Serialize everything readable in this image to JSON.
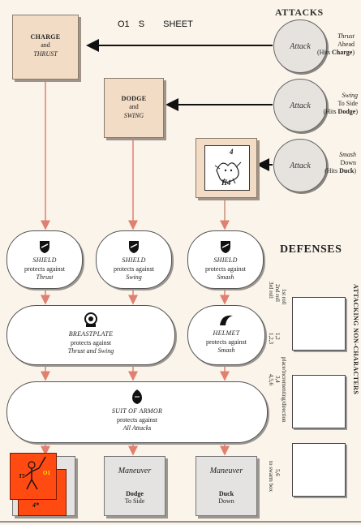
{
  "header": {
    "tag1": "O1",
    "tag2": "S",
    "sheet": "SHEET",
    "attacks_title": "ATTACKS"
  },
  "attack_boxes": [
    {
      "line1": "CHARGE",
      "and": "and",
      "line2": "THRUST"
    },
    {
      "line1": "DODGE",
      "and": "and",
      "line2": "SWING"
    }
  ],
  "counter": {
    "top": "4",
    "bottom": "H4"
  },
  "attacks": [
    {
      "label": "Attack",
      "desc1": "Thrust",
      "desc2": "Ahead",
      "desc3": "(Hits ",
      "hit": "Charge",
      "desc4": ")"
    },
    {
      "label": "Attack",
      "desc1": "Swing",
      "desc2": "To Side",
      "desc3": "(Hits ",
      "hit": "Dodge",
      "desc4": ")"
    },
    {
      "label": "Attack",
      "desc1": "Smash",
      "desc2": "Down",
      "desc3": "(Hits ",
      "hit": "Duck",
      "desc4": ")"
    }
  ],
  "defenses_title": "DEFENSES",
  "shields": [
    {
      "title": "SHIELD",
      "text": "protects against",
      "attack": "Thrust"
    },
    {
      "title": "SHIELD",
      "text": "protects against",
      "attack": "Swing"
    },
    {
      "title": "SHIELD",
      "text": "protects against",
      "attack": "Smash"
    }
  ],
  "breastplate": {
    "title": "BREASTPLATE",
    "text": "protects against",
    "attack": "Thrust and Swing"
  },
  "helmet": {
    "title": "HELMET",
    "text": "protects against",
    "attack": "Smash"
  },
  "armor": {
    "title": "SUIT OF ARMOR",
    "text": "protects against",
    "attack": "All Attacks"
  },
  "maneuvers": [
    {
      "label": "Maneuver",
      "line1": "Dodge",
      "line2": "To Side"
    },
    {
      "label": "Maneuver",
      "line1": "Duck",
      "line2": "Down"
    }
  ],
  "character_counter": {
    "t1": "T5",
    "t2": "O1",
    "t3": "4*"
  },
  "sidebar": {
    "title": "ATTACKING NON-CHARACTERS",
    "roll1": "1st roll",
    "roll2": "2nd roll",
    "roll3": "3rd roll",
    "r12": "1,2",
    "r123": "1,2,3",
    "r34": "3,4",
    "r456": "4,5,6",
    "r56": "5,6",
    "place": "place/incrementing/direction",
    "square": "to swarm box"
  },
  "colors": {
    "arrow_red": "#e08070",
    "line_black": "#111111",
    "counter_orange": "#ff4a12"
  }
}
